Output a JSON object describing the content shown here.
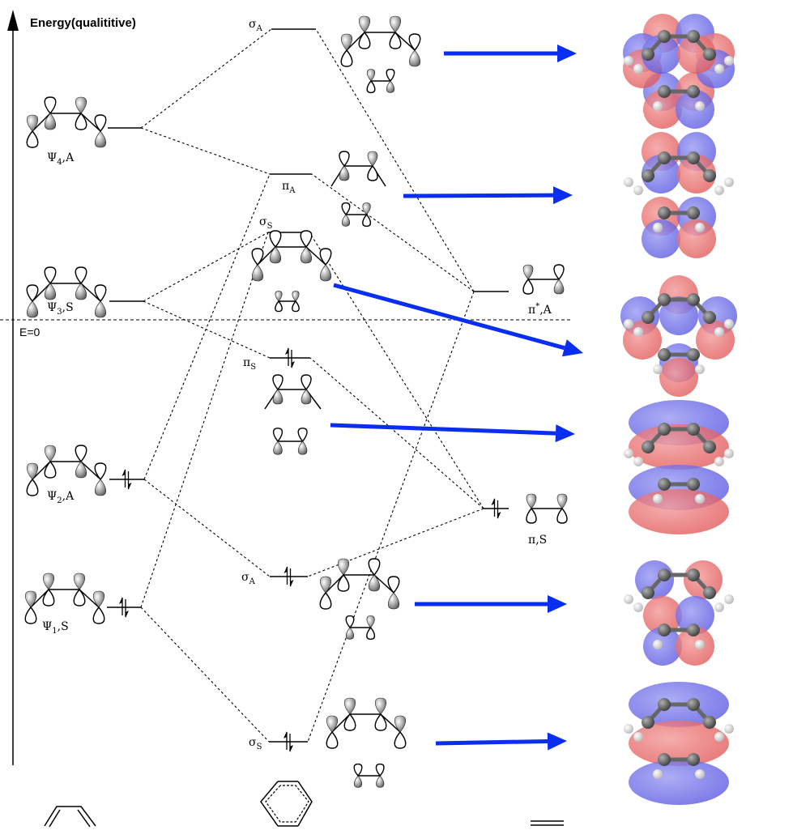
{
  "axis": {
    "title": "Energy(qualititive)",
    "zero_label": "E=0"
  },
  "colors": {
    "arrow": "#0a2df2",
    "orbital_positive": "#e85a5a",
    "orbital_negative": "#5a5ae8",
    "carbon": "#555555",
    "hydrogen": "#f0f0f0"
  },
  "butadiene_mos": [
    {
      "id": "psi4",
      "psi": "Ψ",
      "index": "4",
      "symmetry": "A",
      "occupied": false,
      "energy_rank": 3
    },
    {
      "id": "psi3",
      "psi": "Ψ",
      "index": "3",
      "symmetry": "S",
      "occupied": false,
      "energy_rank": 2
    },
    {
      "id": "psi2",
      "psi": "Ψ",
      "index": "2",
      "symmetry": "A",
      "occupied": true,
      "energy_rank": -2
    },
    {
      "id": "psi1",
      "psi": "Ψ",
      "index": "1",
      "symmetry": "S",
      "occupied": true,
      "energy_rank": -3
    }
  ],
  "cyclohexene_mos": [
    {
      "id": "sigmaA_star",
      "symbol": "σ",
      "sub": "A",
      "occupied": false
    },
    {
      "id": "piA_star",
      "symbol": "π",
      "sub": "A",
      "occupied": false
    },
    {
      "id": "sigmaS_star",
      "symbol": "σ",
      "sub": "S",
      "occupied": false
    },
    {
      "id": "piS",
      "symbol": "π",
      "sub": "S",
      "occupied": true
    },
    {
      "id": "sigmaA",
      "symbol": "σ",
      "sub": "A",
      "occupied": true
    },
    {
      "id": "sigmaS",
      "symbol": "σ",
      "sub": "S",
      "occupied": true
    }
  ],
  "ethylene_mos": [
    {
      "id": "pi_star",
      "symbol": "π",
      "sup": "*",
      "symmetry": "A",
      "label": ",A",
      "occupied": false
    },
    {
      "id": "pi",
      "symbol": "π",
      "symmetry": "S",
      "label": ",S",
      "occupied": true
    }
  ],
  "correlations": [
    [
      "psi4",
      "sigmaA_star"
    ],
    [
      "psi4",
      "piA_star"
    ],
    [
      "psi3",
      "sigmaS_star"
    ],
    [
      "psi3",
      "piS"
    ],
    [
      "psi2",
      "piA_star"
    ],
    [
      "psi2",
      "sigmaA"
    ],
    [
      "psi1",
      "sigmaS_star"
    ],
    [
      "psi1",
      "sigmaS"
    ],
    [
      "pi_star",
      "piA_star"
    ],
    [
      "pi_star",
      "sigmaA_star"
    ],
    [
      "pi",
      "piS"
    ],
    [
      "pi",
      "sigmaS_star"
    ],
    [
      "pi",
      "sigmaA"
    ],
    [
      "pi_star",
      "sigmaS"
    ]
  ],
  "reactants": {
    "left": "s-cis-butadiene",
    "middle": "cyclohexene transition state",
    "right": "ethylene"
  },
  "computed_orbitals": [
    {
      "for": "sigmaA_star"
    },
    {
      "for": "piA_star"
    },
    {
      "for": "sigmaS_star"
    },
    {
      "for": "piS"
    },
    {
      "for": "sigmaA"
    },
    {
      "for": "sigmaS"
    }
  ]
}
